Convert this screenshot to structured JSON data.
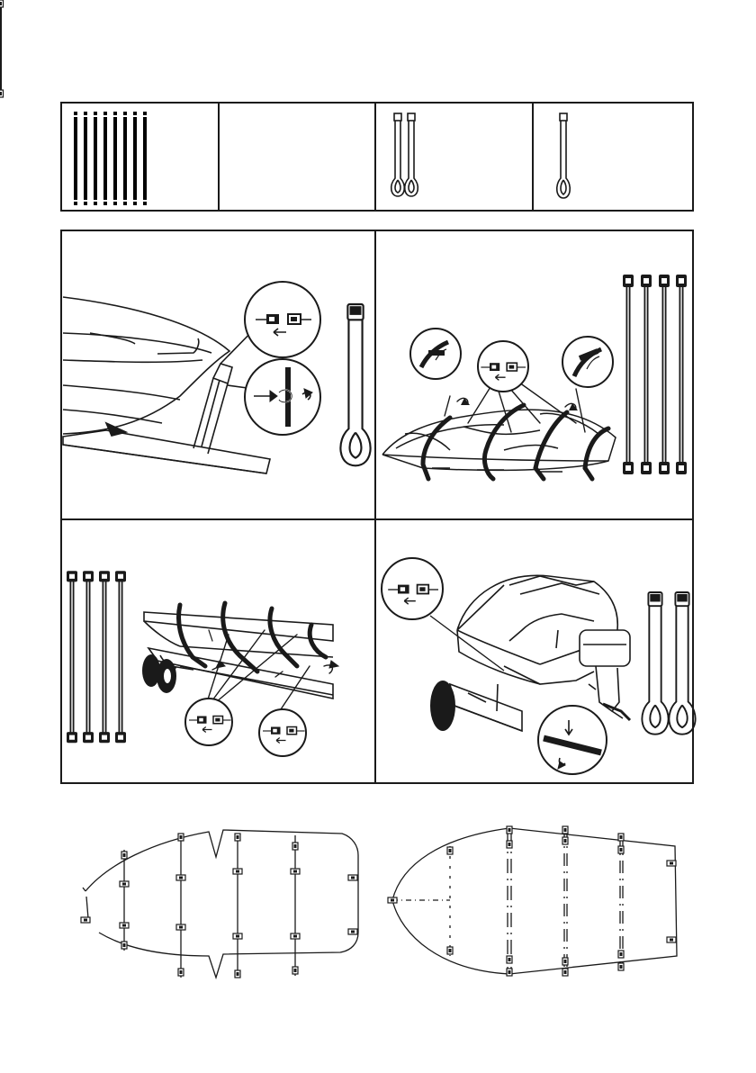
{
  "page": {
    "background": "#ffffff",
    "ink": "#1a1a1a"
  },
  "parts_table": {
    "cells": [
      {
        "content": "straps-with-buckles",
        "count": 8
      },
      {
        "content": "empty"
      },
      {
        "content": "loop-straps",
        "count": 2
      },
      {
        "content": "loop-strap",
        "count": 1
      }
    ]
  },
  "steps": [
    {
      "id": "bow-strap",
      "straps_shown": 1,
      "strap_style": "loop"
    },
    {
      "id": "over-cover-straps",
      "straps_shown": 4,
      "strap_style": "buckle"
    },
    {
      "id": "under-hull-straps",
      "straps_shown": 4,
      "strap_style": "buckle"
    },
    {
      "id": "stern-motor-straps",
      "straps_shown": 2,
      "strap_style": "loop"
    }
  ],
  "layouts": [
    {
      "id": "layout-v-bow-cover",
      "strap_rows": 4
    },
    {
      "id": "layout-round-bow-cover",
      "strap_rows": 4
    }
  ]
}
